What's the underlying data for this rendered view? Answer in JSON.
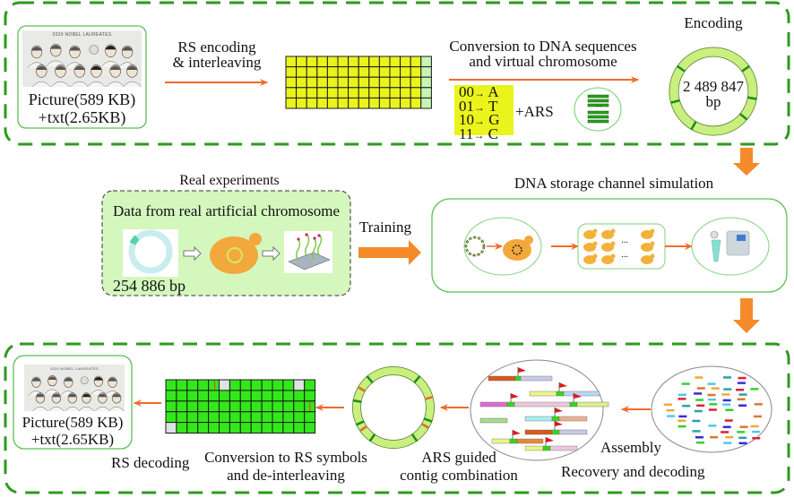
{
  "top_panel": {
    "input_caption_line1": "Picture(589 KB)",
    "input_caption_line2": "+txt(2.65KB)",
    "photo_caption": "2020 NOBEL LAUREATES",
    "step1_label_line1": "RS encoding",
    "step1_label_line2": "& interleaving",
    "step2_label_line1": "Conversion to DNA sequences",
    "step2_label_line2": "and virtual chromosome",
    "mapping": [
      {
        "bits": "00",
        "base": "A"
      },
      {
        "bits": "01",
        "base": "T"
      },
      {
        "bits": "10",
        "base": "G"
      },
      {
        "bits": "11",
        "base": "C"
      }
    ],
    "arrow_glyph": "→",
    "ars_label": "+ARS",
    "ellipsis": "...",
    "encoding_title": "Encoding",
    "chromosome_size_line1": "2 489 847",
    "chromosome_size_line2": "bp"
  },
  "middle_panel": {
    "real_experiments_title": "Real experiments",
    "real_box_title": "Data from real artificial chromosome",
    "real_chromosome_size": "254 886 bp",
    "training_label": "Training",
    "simulation_title": "DNA storage channel simulation",
    "ellipsis": "..."
  },
  "bottom_panel": {
    "output_caption_line1": "Picture(589 KB)",
    "output_caption_line2": "+txt(2.65KB)",
    "photo_caption": "2020 NOBEL LAUREATES",
    "rs_decoding_label": "RS decoding",
    "conversion_label_line1": "Conversion to RS symbols",
    "conversion_label_line2": "and de-interleaving",
    "ars_guided_line1": "ARS guided",
    "ars_guided_line2": "contig combination",
    "assembly_label": "Assembly",
    "recovery_label": "Recovery and decoding"
  },
  "colors": {
    "panel_dash_green": "#2e9a1e",
    "box_green": "#5cbf55",
    "arrow_orange": "#f26a2a",
    "big_arrow_orange": "#f58a2a",
    "matrix_yellow": "#eaf41c",
    "matrix_green": "#33e81a",
    "ring_green": "#c9ef7e",
    "real_box_fill": "#d4f7be",
    "yeast_orange": "#f2a83a"
  }
}
